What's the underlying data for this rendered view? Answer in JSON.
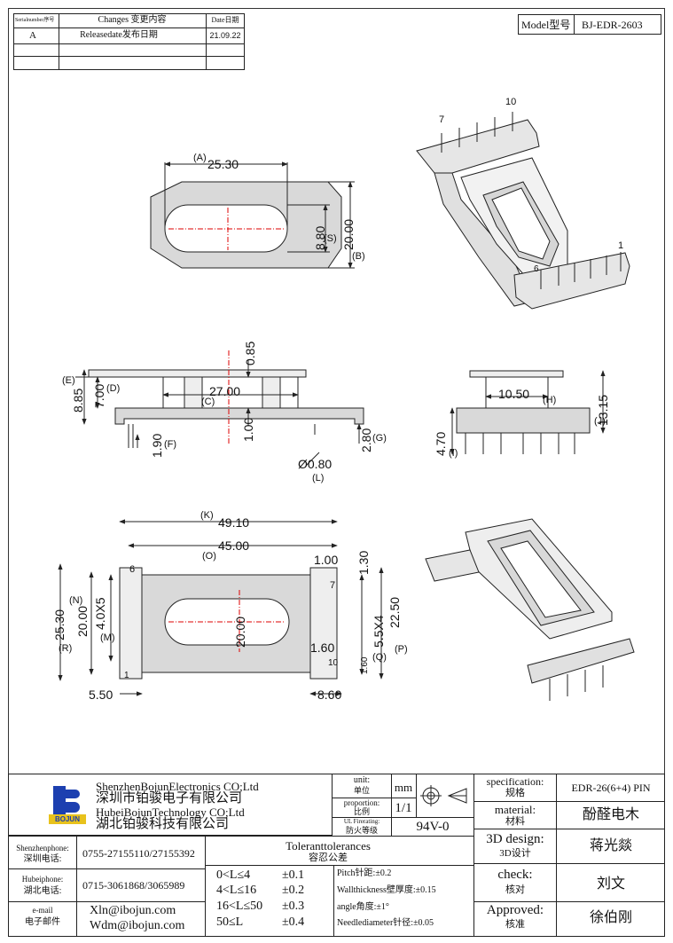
{
  "revision_table": {
    "col_serial": "Serialnumber序号",
    "col_changes": "Changes 变更内容",
    "col_date": "Date日期",
    "rows": [
      {
        "serial": "A",
        "change": "Releasedate发布日期",
        "date": "21.09.22"
      }
    ]
  },
  "model": {
    "label": "Model型号",
    "value": "BJ-EDR-2603"
  },
  "drawing": {
    "top_view": {
      "dim_a_label": "(A)",
      "dim_a": "25.30",
      "dim_s": "8.80",
      "dim_s_label": "(S)",
      "dim_b": "20.00",
      "dim_b_label": "(B)"
    },
    "iso_top": {
      "pin7": "7",
      "pin10": "10",
      "pin1": "1",
      "pin6": "6"
    },
    "front_view": {
      "e_label": "(E)",
      "d_label": "(D)",
      "e_val": "8.85",
      "d_val": "7.00",
      "top": "0.85",
      "c_val": "27.00",
      "c_label": "(C)",
      "mid": "1.00",
      "f_val": "1.90",
      "f_label": "(F)",
      "g_val": "2.80",
      "g_label": "(G)",
      "l_val": "Ø0.80",
      "l_label": "(L)"
    },
    "side_view": {
      "h_val": "10.50",
      "h_label": "(H)",
      "j_val": "13.15",
      "j_label": "(J)",
      "i_val": "4.70",
      "i_label": "(I)"
    },
    "bottom_view": {
      "k_label": "(K)",
      "k_val": "49.10",
      "o_label": "(O)",
      "o_val": "45.00",
      "r_val": "25.30",
      "r_label": "(R)",
      "n_label": "(N)",
      "n_val": "20.00",
      "m_val": "4.0X5",
      "m_label": "(M)",
      "center": "20.00",
      "left": "5.50",
      "pin6": "6",
      "pin1": "1",
      "pin7": "7",
      "pin10": "10"
    },
    "detail": {
      "a": "1.00",
      "b": "1.30",
      "c": "5.5X4",
      "p_val": "22.50",
      "p_label": "(P)",
      "d": "1.60",
      "q_label": "(Q)",
      "e": "1.60",
      "f": "8.60"
    }
  },
  "title_block": {
    "company_en": "ShenzhenBojunElectronics CO;Ltd",
    "company_cn": "深圳市铂骏电子有限公司",
    "company2_en": "HubeiBojunTechnology CO;Ltd",
    "company2_cn": "湖北铂骏科技有限公司",
    "logo_text": "BOJUN",
    "unit_label": "unit:\n单位",
    "unit_label_en": "unit:",
    "unit_label_cn": "单位",
    "unit_value": "mm",
    "proportion_en": "proportion:",
    "proportion_cn": "比例",
    "proportion_value": "1/1",
    "ul_en": "UL Firerating:",
    "ul_cn": "防火等级",
    "ul_value": "94V-0",
    "spec_en": "specification:",
    "spec_cn": "规格",
    "spec_value": "EDR-26(6+4) PIN",
    "material_en": "material:",
    "material_cn": "材料",
    "material_value": "酚醛电木",
    "design_en": "3D design:",
    "design_cn": "3D设计",
    "design_value": "蒋光燚",
    "check_en": "check:",
    "check_cn": "核对",
    "check_value": "刘文",
    "approved_en": "Approved:",
    "approved_cn": "核准",
    "approved_value": "徐伯刚",
    "sz_phone_en": "Shenzhenphone:",
    "sz_phone_cn": "深圳电话:",
    "sz_phone": "0755-27155110/27155392",
    "hb_phone_en": "Hubeiphone:",
    "hb_phone_cn": "湖北电话:",
    "hb_phone": "0715-3061868/3065989",
    "email_en": "e-mail",
    "email_cn": "电子邮件",
    "email1": "Xln@ibojun.com",
    "email2": "Wdm@ibojun.com",
    "tol_title_en": "Toleranttolerances",
    "tol_title_cn": "容忍公差",
    "tolerances": [
      {
        "range": "0<L≤4",
        "tol": "±0.1"
      },
      {
        "range": "4<L≤16",
        "tol": "±0.2"
      },
      {
        "range": "16<L≤50",
        "tol": "±0.3"
      },
      {
        "range": "50≤L",
        "tol": "±0.4"
      }
    ],
    "notes": [
      "Pitch针距:±0.2",
      "Wallthickness壁厚度:±0.15",
      "angle角度:±1°",
      "Needlediameter针径:±0.05"
    ]
  }
}
